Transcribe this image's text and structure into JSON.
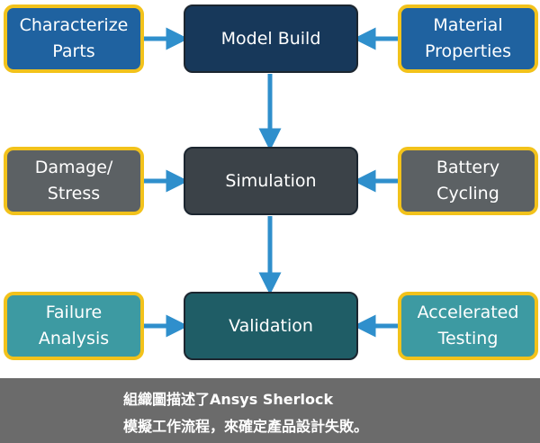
{
  "diagram": {
    "row1": {
      "left": "Characterize\nParts",
      "center": "Model Build",
      "right": "Material\nProperties"
    },
    "row2": {
      "left": "Damage/\nStress",
      "center": "Simulation",
      "right": "Battery\nCycling"
    },
    "row3": {
      "left": "Failure\nAnalysis",
      "center": "Validation",
      "right": "Accelerated\nTesting"
    }
  },
  "colors": {
    "row1_side": "#1f62a0",
    "row1_center": "#17385a",
    "row2_side": "#5c6164",
    "row2_center": "#3b4248",
    "row3_side": "#3d9aa2",
    "row3_center": "#1f5d66",
    "side_border": "#f2c21b",
    "arrow": "#2f8fcc",
    "caption_bg": "#6b6b6b"
  },
  "caption": {
    "line1": "組織圖描述了Ansys Sherlock",
    "line2": "模擬工作流程，來確定產品設計失敗。"
  }
}
